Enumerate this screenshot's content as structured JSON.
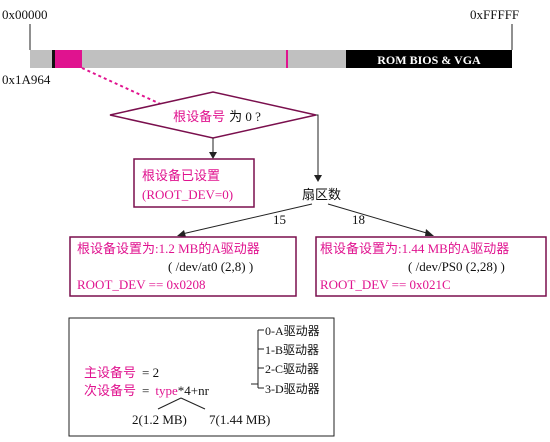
{
  "colors": {
    "accent": "#e0138f",
    "memory_bar": "#c0c0c0",
    "rom_block": "#000000",
    "outline": "#7a0f4d"
  },
  "memory_map": {
    "start_address": "0x00000",
    "end_address": "0xFFFFF",
    "marker_address": "0x1A964",
    "rom_label": "ROM BIOS & VGA"
  },
  "decision": {
    "question_prefix": "根设备号",
    "question_suffix": "为 0 ?"
  },
  "already_set_box": {
    "line1": "根设备已设置",
    "line2": "(ROOT_DEV=0)"
  },
  "sector_label": "扇区数",
  "branch_left": {
    "sectors": "15",
    "line1_prefix": "根设备设置为:",
    "line1_suffix": "1.2 MB的A驱动器",
    "line2": "( /dev/at0 (2,8) )",
    "line3": "ROOT_DEV == 0x0208"
  },
  "branch_right": {
    "sectors": "18",
    "line1_prefix": "根设备设置为:",
    "line1_suffix": "1.44 MB的A驱动器",
    "line2": "( /dev/PS0 (2,28) )",
    "line3": "ROOT_DEV == 0x021C"
  },
  "device_number_box": {
    "major_label": "主设备号",
    "major_value": "= 2",
    "minor_label": "次设备号",
    "minor_eq": "=",
    "minor_type": "type",
    "minor_formula": "*4+nr",
    "drives": [
      "0-A驱动器",
      "1-B驱动器",
      "2-C驱动器",
      "3-D驱动器"
    ],
    "type_values": [
      "2(1.2 MB)",
      "7(1.44 MB)"
    ]
  }
}
